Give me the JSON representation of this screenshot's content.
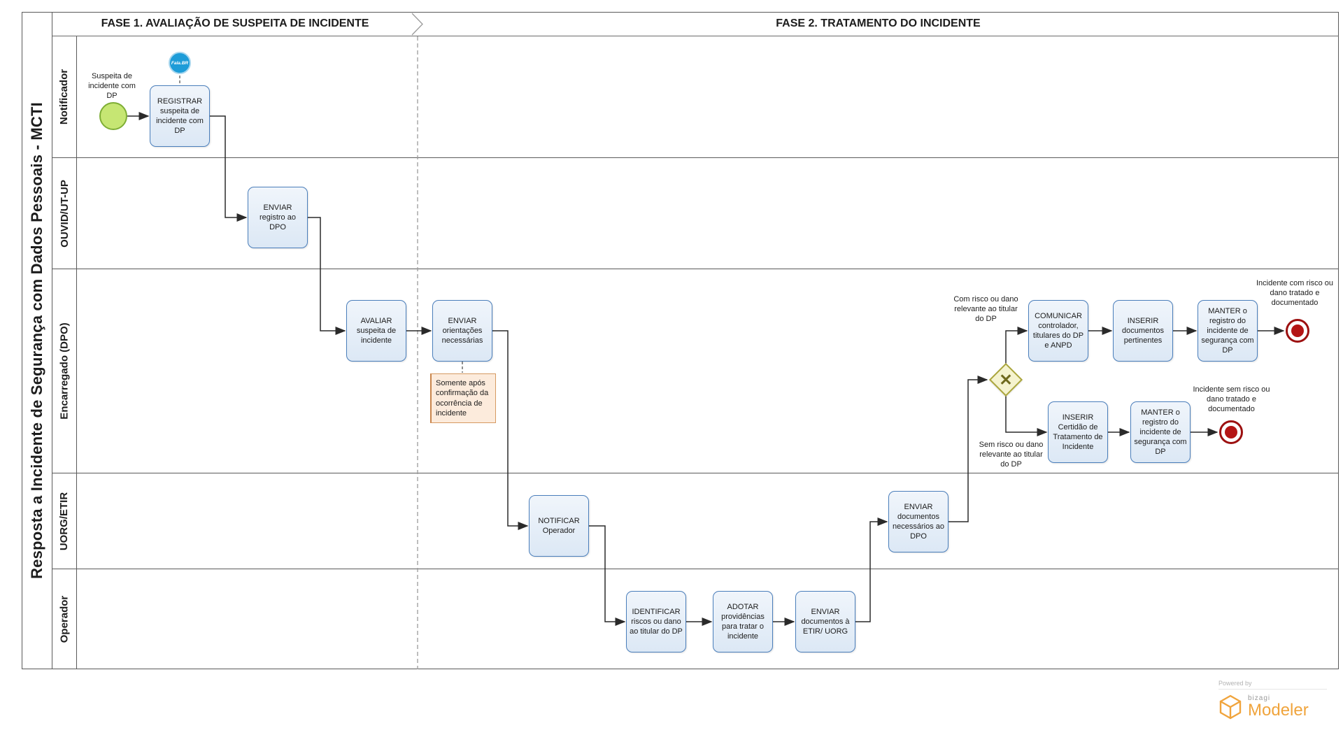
{
  "pool": {
    "title": "Resposta a Incidente de Segurança com Dados Pessoais - MCTI"
  },
  "phases": {
    "phase1": "FASE 1. AVALIAÇÃO DE SUSPEITA DE INCIDENTE",
    "phase2": "FASE 2. TRATAMENTO DO INCIDENTE"
  },
  "lanes": {
    "lane1": "Notificador",
    "lane2": "OUVID/UT-UP",
    "lane3": "Encarregado (DPO)",
    "lane4": "UORG/ETIR",
    "lane5": "Operador"
  },
  "events": {
    "start": "Suspeita de incidente com DP",
    "end_with_risk": "Incidente com risco ou dano tratado e documentado",
    "end_without_risk": "Incidente sem risco ou dano tratado e documentado"
  },
  "tasks": {
    "registrar": "REGISTRAR suspeita de incidente com DP",
    "enviar_registro": "ENVIAR registro ao DPO",
    "avaliar": "AVALIAR suspeita de incidente",
    "enviar_orientacoes": "ENVIAR orientações necessárias",
    "notificar": "NOTIFICAR Operador",
    "identificar": "IDENTIFICAR riscos ou dano ao titular do DP",
    "adotar": "ADOTAR providências para tratar o incidente",
    "enviar_docs_etir": "ENVIAR documentos à ETIR/ UORG",
    "enviar_docs_dpo": "ENVIAR documentos necessários ao DPO",
    "comunicar": "COMUNICAR controlador, titulares do DP e ANPD",
    "inserir_docs": "INSERIR documentos pertinentes",
    "manter1": "MANTER o registro do incidente de segurança com DP",
    "inserir_certidao": "INSERIR Certidão de Tratamento de Incidente",
    "manter2": "MANTER o registro do incidente de segurança com DP"
  },
  "annotations": {
    "somente": "Somente após confirmação da ocorrência de incidente"
  },
  "edge_labels": {
    "com_risco": "Com risco ou dano relevante ao titular do DP",
    "sem_risco": "Sem risco ou dano relevante ao titular do DP"
  },
  "icons": {
    "falabr": "Fala.BR",
    "gateway_x": "✕"
  },
  "footer": {
    "powered_by": "Powered by",
    "brand": "bizagi",
    "product": "Modeler"
  },
  "colors": {
    "task_fill": "#dce8f5",
    "task_border": "#4a7ebb",
    "start_fill": "#c6e673",
    "start_border": "#7eae35",
    "end_red": "#9c1010",
    "gateway_fill": "#f5f3cf",
    "gateway_border": "#aaa53c",
    "annotation_fill": "#fcebdc",
    "falabr_blue": "#1d9cd8",
    "modeler_orange": "#f0a43c"
  }
}
